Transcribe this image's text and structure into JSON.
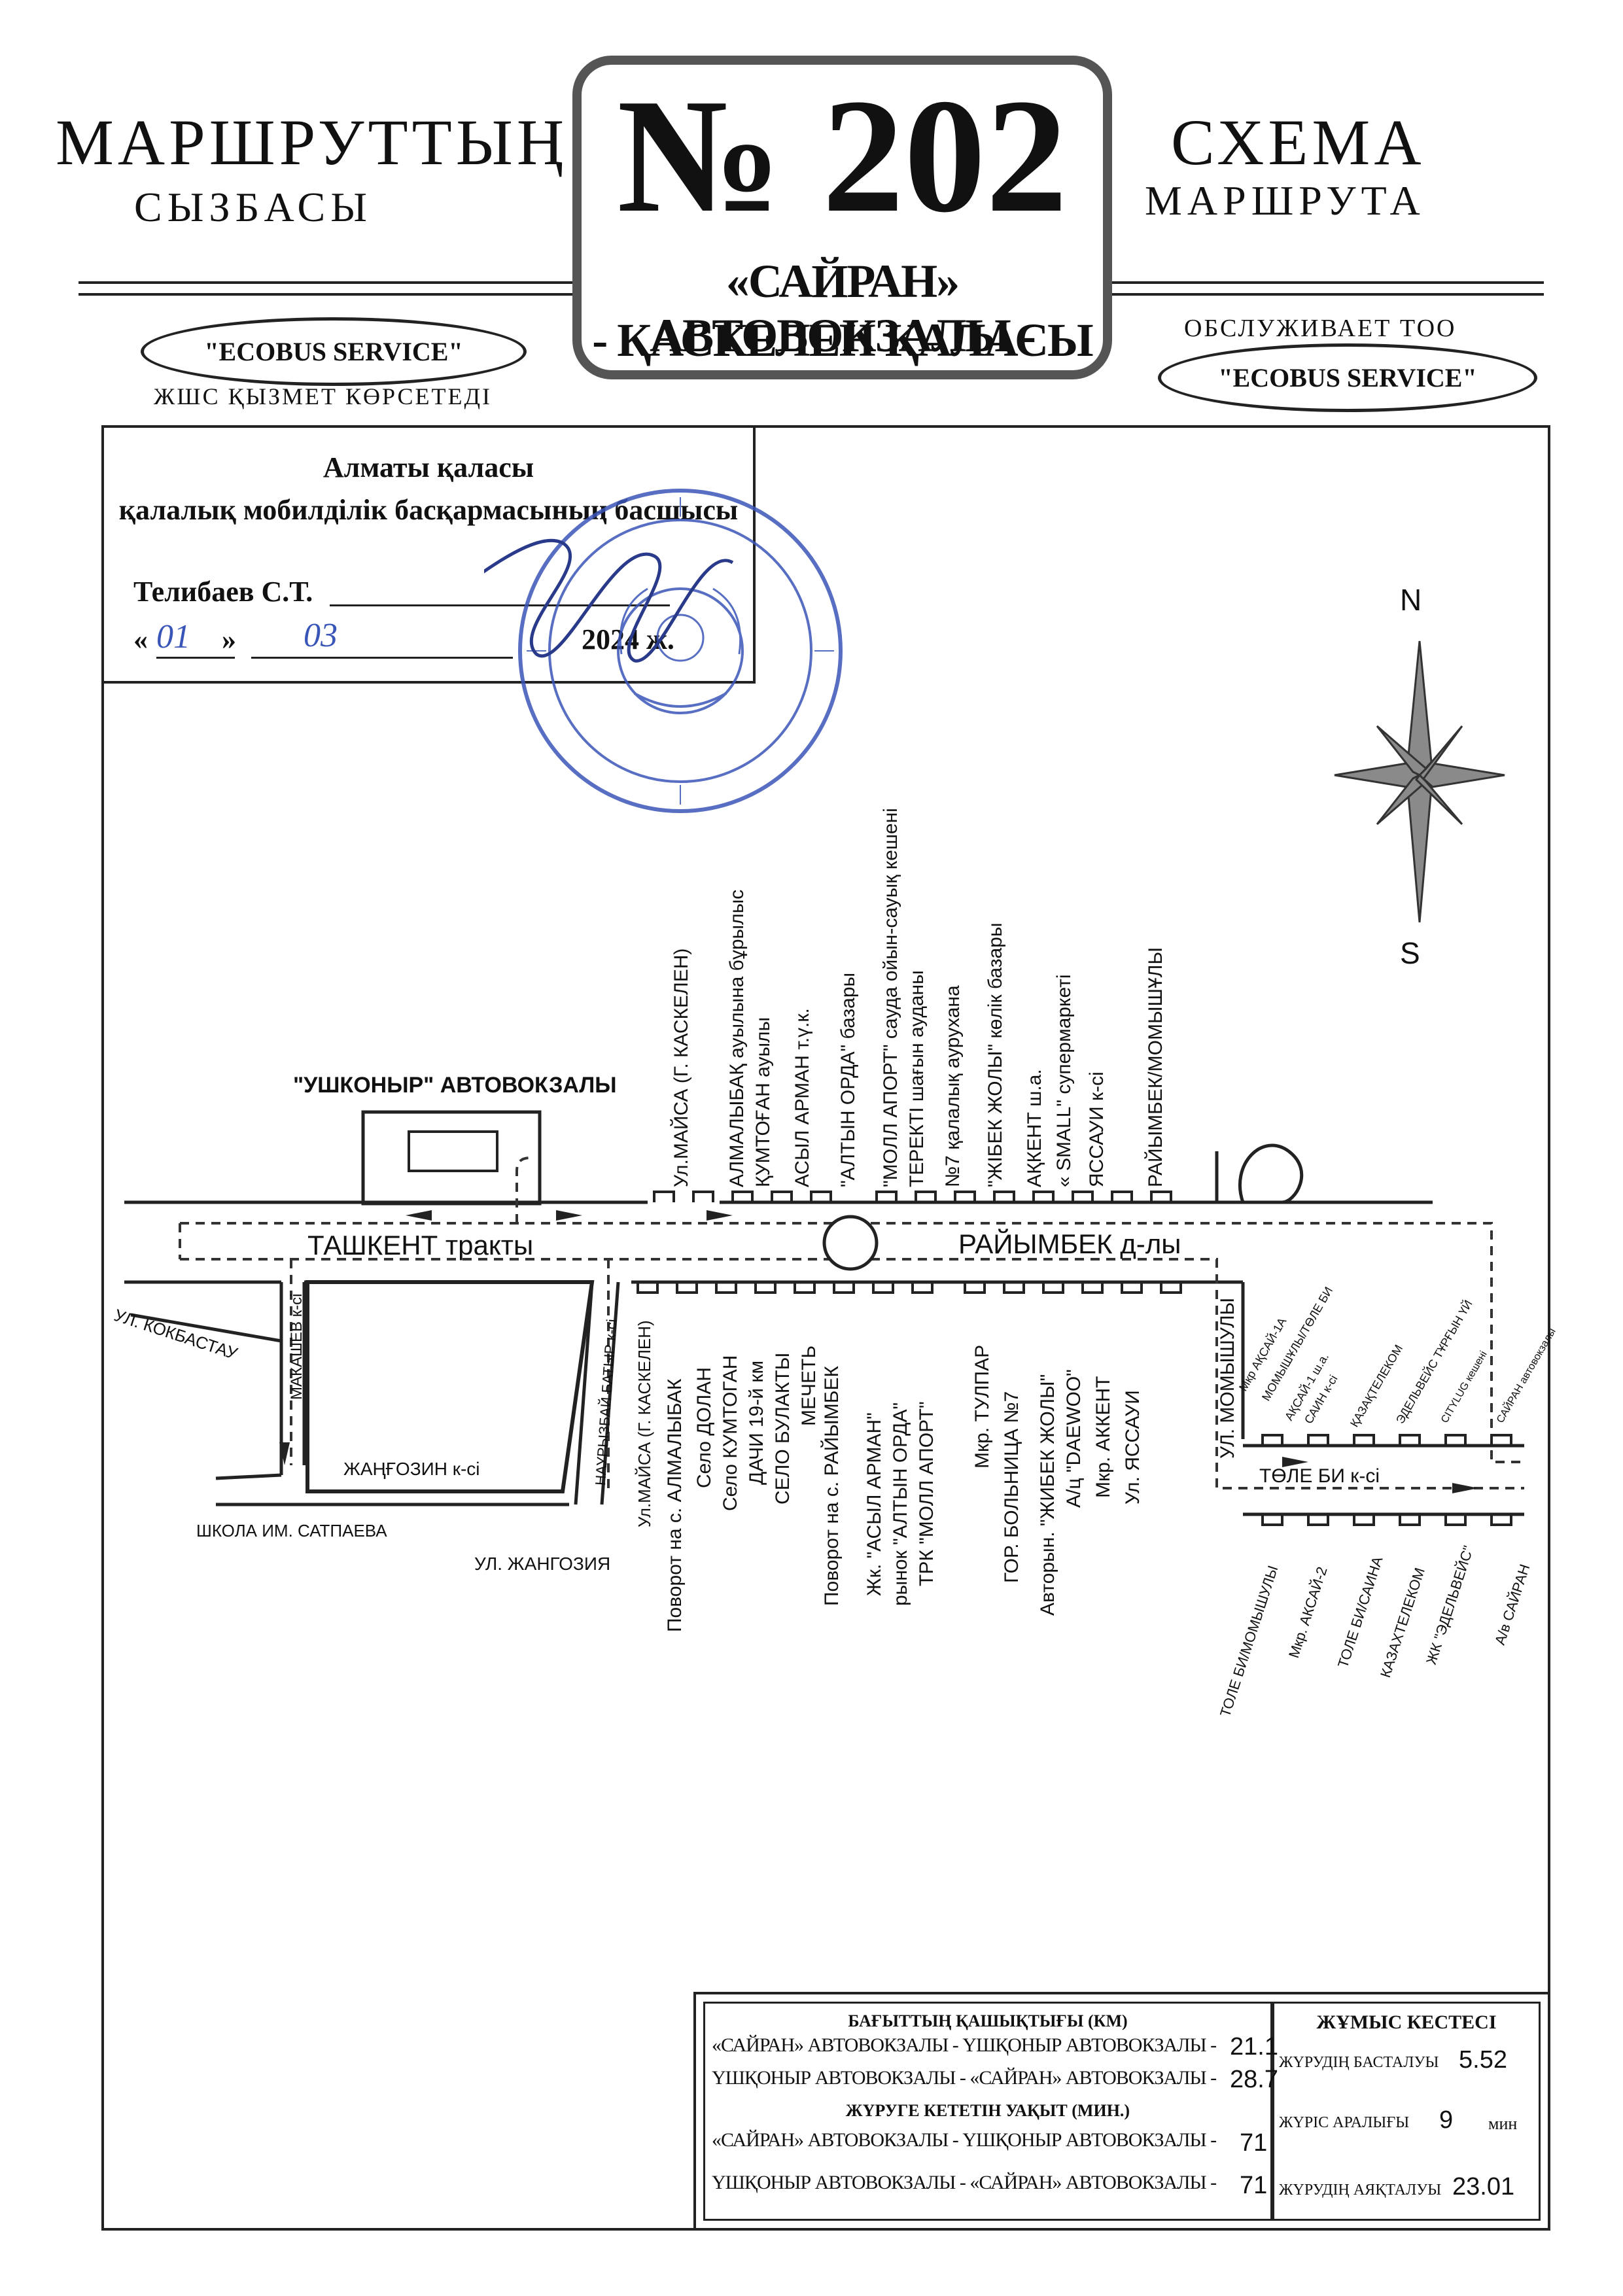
{
  "header": {
    "left_title": "МАРШРУТТЫҢ",
    "left_subtitle": "СЫЗБАСЫ",
    "route_number": "№ 202",
    "route_name_line1": "«САЙРАН» АВТОВОКЗАЛЫ -",
    "route_name_line2": "- ҚАСКЕЛЕН ҚАЛАСЫ",
    "right_title": "СХЕМА",
    "right_subtitle": "МАРШРУТА",
    "left_oval": "\"ECOBUS SERVICE\"",
    "left_caption": "ЖШС ҚЫЗМЕТ КӨРСЕТЕДІ",
    "right_caption": "ОБСЛУЖИВАЕТ ТОО",
    "right_oval": "\"ECOBUS SERVICE\""
  },
  "approval": {
    "line1": "Алматы қаласы",
    "line2": "қалалық мобилділік басқармасының басшысы",
    "signer": "Телибаев С.Т.",
    "date_open": "«",
    "date_day": "01",
    "date_close": "»",
    "date_month": "03",
    "date_year": "2024 ж."
  },
  "compass": {
    "north": "N",
    "south": "S"
  },
  "map": {
    "terminal_label": "\"УШКОНЫР\" АВТОВОКЗАЛЫ",
    "street_tashkent": "ТАШКЕНТ тракты",
    "street_raiymbek": "РАЙЫМБЕК д-лы",
    "street_kokbastau": "УЛ. КОКБАСТАУ",
    "street_makashev": "МАКАШЕВ к-сі",
    "street_zhangozin": "ЖАҢҒОЗИН к-сі",
    "street_nauryzbai": "НАУРЫЗБАЙ БАТЫР к-сі",
    "school": "ШКОЛА ИМ. САТПАЕВА",
    "street_zhangozia": "УЛ. ЖАНГОЗИЯ",
    "street_momyshuly": "УЛ. МОМЫШУЛЫ",
    "street_tole_bi": "ТӨЛЕ БИ к-сі",
    "top_stops": [
      "Ул.МАЙСА (Г. КАСКЕЛЕН)",
      "АЛМАЛЫБАҚ ауылына бұрылыс",
      "ҚУМТОҒАН ауылы",
      "АСЫЛ АРМАН т.ү.к.",
      "\"АЛТЫН ОРДА\" базары",
      "\"МОЛЛ АПОРТ\" сауда ойын-сауық кешені",
      "ТЕРЕКТІ шағын ауданы",
      "№7 қалалық аурухана",
      "\"ЖІБЕК ЖОЛЫ\" көлік базары",
      "АҚКЕНТ ш.а.",
      "« SMALL\" супермаркеті",
      "ЯССАУИ к-сі",
      "РАЙЫМБЕК/МОМЫШҰЛЫ"
    ],
    "bottom_stops": [
      "Ул.МАЙСА (Г. КАСКЕЛЕН)",
      "Поворот на с. АЛМАЛЫБАК",
      "Село ДОЛАН",
      "Село КУМТОГАН",
      "ДАЧИ 19-й км",
      "СЕЛО БУЛАКТЫ",
      "МЕЧЕТЬ",
      "Поворот на с. РАЙЫМБЕК",
      "Жк. \"АСЫЛ АРМАН\"",
      "рынок \"АЛТЫН ОРДА\"",
      "ТРК \"МОЛЛ АПОРТ\"",
      "Мкр. ТУЛПАР",
      "ГОР. БОЛЬНИЦА №7",
      "Авторын. \"ЖИБЕК ЖОЛЫ\"",
      "А/ц \"DAEWOO\"",
      "Мкр. АККЕНТ",
      "Ул. ЯССАУИ"
    ],
    "right_top_stops": [
      "Мкр АҚСАЙ-1А",
      "МОМЫШҰЛЫ/ТӨЛЕ БИ",
      "АҚСАЙ-1 ш.а.",
      "САИН к-сі",
      "ҚАЗАҚТЕЛЕКОМ",
      "ЭДЕЛЬВЕЙС ТҰРҒЫН ҮЙ",
      "CITYLUG кешені",
      "САЙРАН автовокзалы"
    ],
    "right_bottom_stops": [
      "ТОЛЕ БИ/МОМЫШУЛЫ",
      "Мкр. АКСАЙ-2",
      "ТОЛЕ БИ/САИНА",
      "КАЗАХТЕЛЕКОМ",
      "ЖК \"ЭДЕЛЬВЕЙС\"",
      "А/в САЙРАН"
    ]
  },
  "table": {
    "distance_header": "БАҒЫТТЫҢ ҚАШЫҚТЫҒЫ (КМ)",
    "distance_rows": [
      {
        "label": "«САЙРАН» АВТОВОКЗАЛЫ - ҮШҚОНЫР АВТОВОКЗАЛЫ -",
        "value": "21.1"
      },
      {
        "label": "ҮШҚОНЫР АВТОВОКЗАЛЫ  - «САЙРАН» АВТОВОКЗАЛЫ -",
        "value": "28.7"
      }
    ],
    "time_header": "ЖҮРУГЕ КЕТЕТІН УАҚЫТ (МИН.)",
    "time_rows": [
      {
        "label": "«САЙРАН» АВТОВОКЗАЛЫ - ҮШҚОНЫР АВТОВОКЗАЛЫ -",
        "value": "71"
      },
      {
        "label": "ҮШҚОНЫР АВТОВОКЗАЛЫ - «САЙРАН» АВТОВОКЗАЛЫ -",
        "value": "71"
      }
    ],
    "schedule_header": "ЖҰМЫС КЕСТЕСІ",
    "schedule_rows": [
      {
        "label": "ЖҮРУДІҢ БАСТАЛУЫ",
        "value": "5.52",
        "unit": ""
      },
      {
        "label": "ЖҮРІС АРАЛЫҒЫ",
        "value": "9",
        "unit": "мин"
      },
      {
        "label": "ЖҮРУДІҢ АЯҚТАЛУЫ",
        "value": "23.01",
        "unit": ""
      }
    ]
  },
  "colors": {
    "ink": "#111111",
    "stamp": "#3a55b8",
    "road": "#222222",
    "compass": "#7a7a7a"
  }
}
